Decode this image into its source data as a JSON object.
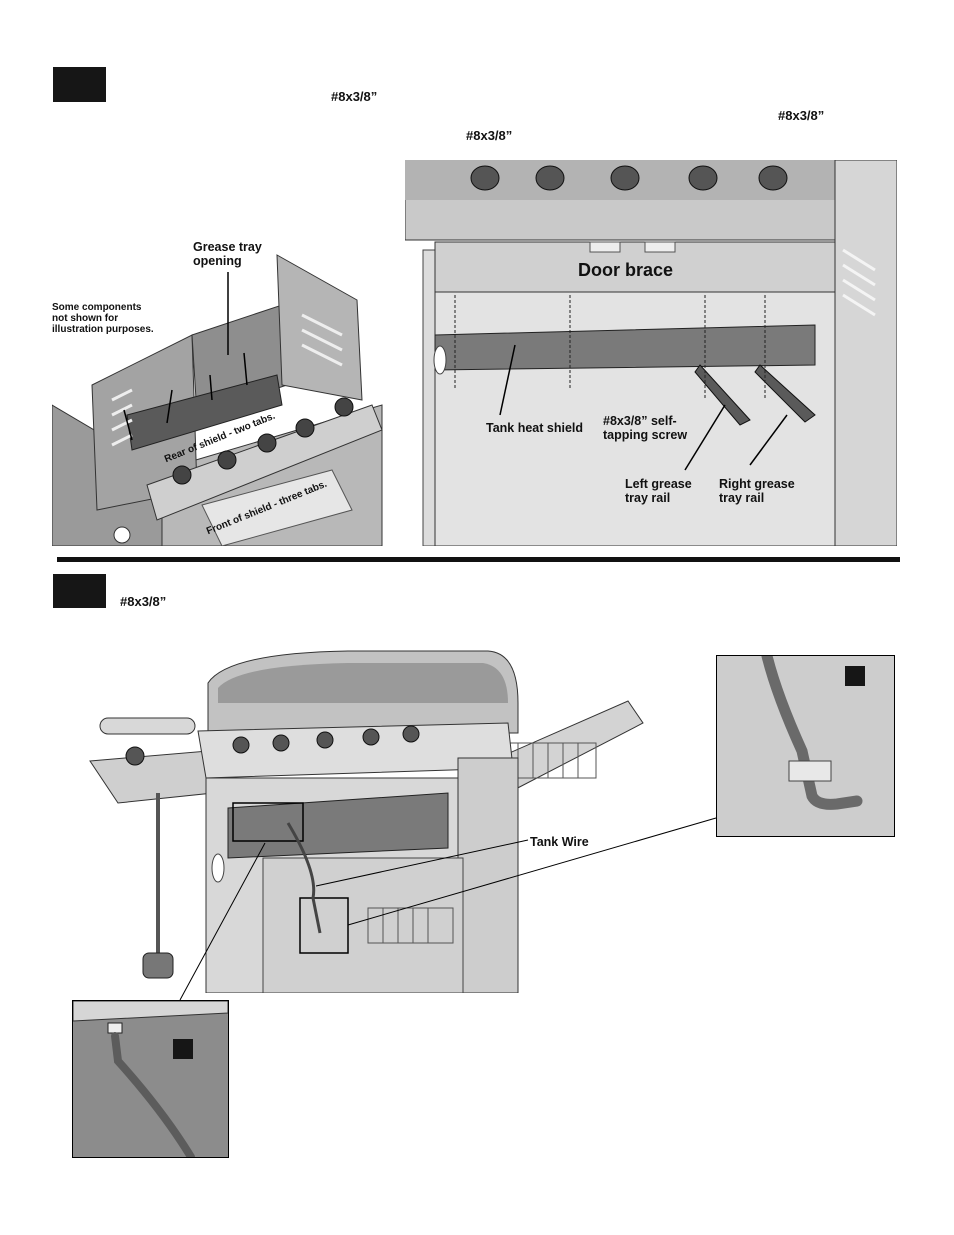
{
  "step1": {
    "screw_specs": [
      "#8x3/8”",
      "#8x3/8”",
      "#8x3/8”"
    ]
  },
  "left_illustration": {
    "grease_tray_opening": "Grease tray\nopening",
    "note": "Some components\nnot shown for\nillustration purposes.",
    "rear_of_shield": "Rear of shield - two tabs.",
    "front_of_shield": "Front of shield - three tabs."
  },
  "right_illustration": {
    "door_brace": "Door brace",
    "tank_heat_shield": "Tank heat shield",
    "screw_label": "#8x3/8” self-\ntapping screw",
    "left_grease_rail": "Left grease\ntray rail",
    "right_grease_rail": "Right grease\ntray rail"
  },
  "step2": {
    "screw_spec": "#8x3/8”",
    "tank_wire": "Tank Wire"
  },
  "colors": {
    "badge": "#161616",
    "panel_bg": "#8c8c8c",
    "metal_light": "#d9d9d9",
    "metal_mid": "#a8a8a8",
    "metal_dark": "#5e5e5e"
  }
}
